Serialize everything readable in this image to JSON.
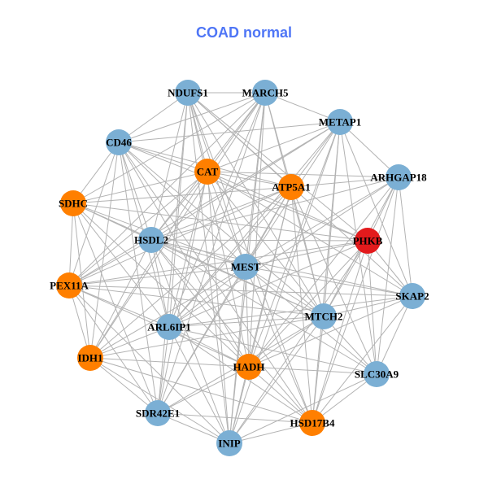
{
  "title": "COAD normal",
  "colors": {
    "normal": "#7bafd4",
    "highlight": "#ff7f00",
    "central": "#e31a1c",
    "edge": "#b3b3b3"
  },
  "nodes": [
    {
      "name": "NDUFS1",
      "type": "normal"
    },
    {
      "name": "MARCH5",
      "type": "normal"
    },
    {
      "name": "METAP1",
      "type": "normal"
    },
    {
      "name": "CD46",
      "type": "normal"
    },
    {
      "name": "CAT",
      "type": "highlight"
    },
    {
      "name": "ATP5A1",
      "type": "highlight"
    },
    {
      "name": "ARHGAP18",
      "type": "normal"
    },
    {
      "name": "SDHC",
      "type": "highlight"
    },
    {
      "name": "HSDL2",
      "type": "normal"
    },
    {
      "name": "PHKB",
      "type": "central"
    },
    {
      "name": "MEST",
      "type": "normal"
    },
    {
      "name": "PEX11A",
      "type": "highlight"
    },
    {
      "name": "SKAP2",
      "type": "normal"
    },
    {
      "name": "MTCH2",
      "type": "normal"
    },
    {
      "name": "ARL6IP1",
      "type": "normal"
    },
    {
      "name": "IDH1",
      "type": "highlight"
    },
    {
      "name": "HADH",
      "type": "highlight"
    },
    {
      "name": "SLC30A9",
      "type": "normal"
    },
    {
      "name": "SDR42E1",
      "type": "normal"
    },
    {
      "name": "HSD17B4",
      "type": "highlight"
    },
    {
      "name": "INIP",
      "type": "normal"
    }
  ],
  "edges": [
    [
      0,
      [
        1,
        3,
        4,
        5,
        8,
        9,
        10,
        12,
        13,
        14,
        16,
        18,
        19,
        20
      ]
    ],
    [
      1,
      [
        2,
        3,
        4,
        5,
        7,
        8,
        10,
        11,
        13,
        14,
        15,
        16,
        18,
        20
      ]
    ],
    [
      2,
      [
        3,
        4,
        5,
        6,
        8,
        10,
        11,
        12,
        13,
        14,
        16,
        17,
        19,
        20
      ]
    ],
    [
      3,
      [
        4,
        5,
        7,
        8,
        9,
        10,
        11,
        13,
        14,
        15,
        16,
        18,
        19
      ]
    ],
    [
      4,
      [
        5,
        6,
        7,
        8,
        9,
        10,
        11,
        12,
        13,
        14,
        15,
        18,
        20
      ]
    ],
    [
      5,
      [
        6,
        7,
        8,
        10,
        11,
        13,
        14,
        15,
        16,
        17,
        18,
        19,
        20
      ]
    ],
    [
      6,
      [
        8,
        9,
        10,
        12,
        13,
        14,
        16,
        17,
        19
      ]
    ],
    [
      7,
      [
        8,
        9,
        10,
        11,
        13,
        14,
        15,
        16,
        18
      ]
    ],
    [
      8,
      [
        9,
        10,
        11,
        12,
        13,
        14,
        15,
        16,
        17,
        19,
        20
      ]
    ],
    [
      9,
      [
        10,
        11,
        12,
        13,
        14,
        16,
        17,
        19,
        20
      ]
    ],
    [
      10,
      [
        11,
        12,
        13,
        14,
        15,
        16,
        17,
        18,
        19,
        20
      ]
    ],
    [
      11,
      [
        12,
        13,
        14,
        15,
        16,
        18,
        20
      ]
    ],
    [
      12,
      [
        13,
        14,
        16,
        17,
        19
      ]
    ],
    [
      13,
      [
        14,
        15,
        16,
        17,
        18,
        19,
        20
      ]
    ],
    [
      14,
      [
        15,
        16,
        17,
        18,
        19,
        20
      ]
    ],
    [
      15,
      [
        16,
        18,
        19,
        20
      ]
    ],
    [
      16,
      [
        17,
        18,
        19,
        20
      ]
    ],
    [
      17,
      [
        19,
        20
      ]
    ],
    [
      18,
      [
        19,
        20
      ]
    ],
    [
      19,
      [
        20
      ]
    ]
  ]
}
